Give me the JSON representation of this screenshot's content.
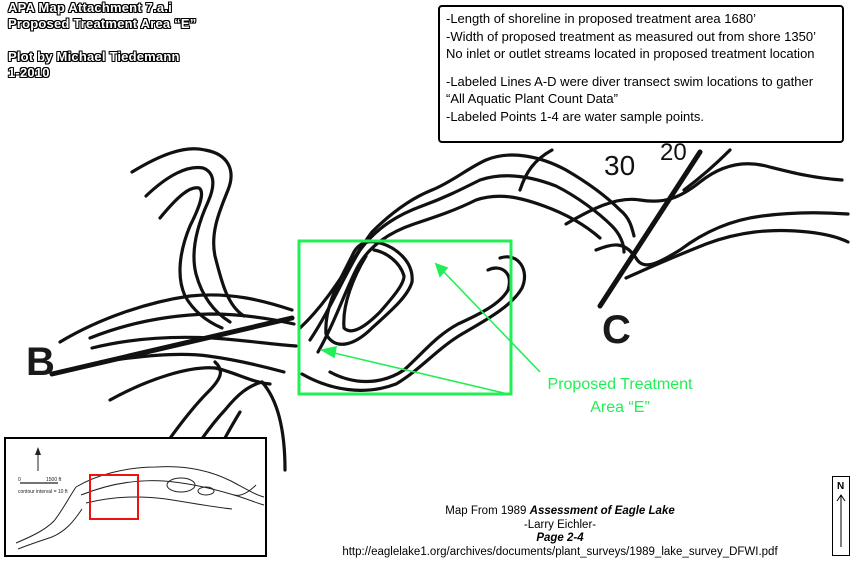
{
  "title": {
    "line1": "APA Map Attachment 7.a.i",
    "line2": "Proposed Treatment Area “E”",
    "line3": "Plot by Michael Tiedemann",
    "line4": "1-2010"
  },
  "info": {
    "lines_block1": [
      "-Length of shoreline in proposed treatment area 1680’",
      "-Width of proposed treatment as measured out from shore 1350’",
      "No inlet or outlet streams located in proposed treatment location"
    ],
    "lines_block2": [
      "-Labeled Lines A-D were diver transect swim locations to gather",
      "“All Aquatic Plant Count Data”",
      "-Labeled Points 1-4 are water sample points."
    ]
  },
  "treatment_label": {
    "line1": "Proposed Treatment",
    "line2": "Area “E”"
  },
  "transect_labels": {
    "b": "B",
    "c": "C"
  },
  "depth_labels": {
    "d30": "30",
    "d20": "20"
  },
  "credit": {
    "line1_prefix": "Map From 1989 ",
    "line1_title": "Assessment of Eagle Lake",
    "line2": "-Larry Eichler-",
    "line3": "Page 2-4",
    "url": "http://eaglelake1.org/archives/documents/plant_surveys/1989_lake_survey_DFWI.pdf"
  },
  "inset": {
    "scale_label": "1500 ft",
    "scale_zero": "0",
    "contour_note": "contour interval = 10 ft"
  },
  "compass_label": "N",
  "colors": {
    "highlight_green": "#22ee55",
    "inset_red": "#ee1111",
    "ink": "#111111"
  }
}
